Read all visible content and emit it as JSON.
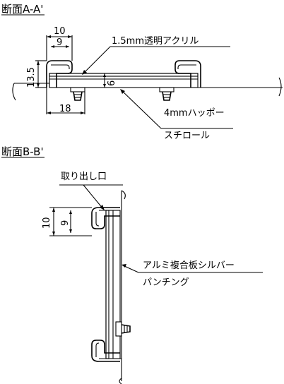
{
  "section_a": {
    "title": "断面A-A'",
    "dim_10": "10",
    "dim_9": "9",
    "dim_13_5": "13.5",
    "dim_6": "6",
    "dim_18": "18",
    "acrylic_label": "1.5mm透明アクリル",
    "foam_label_1": "4mmハッポー",
    "foam_label_2": "スチロール"
  },
  "section_b": {
    "title": "断面B-B'",
    "outlet_label": "取り出し口",
    "dim_10": "10",
    "dim_9": "9",
    "panel_label_1": "アルミ複合板シルバー",
    "panel_label_2": "パンチング"
  },
  "colors": {
    "line": "#000000",
    "background": "#ffffff"
  }
}
